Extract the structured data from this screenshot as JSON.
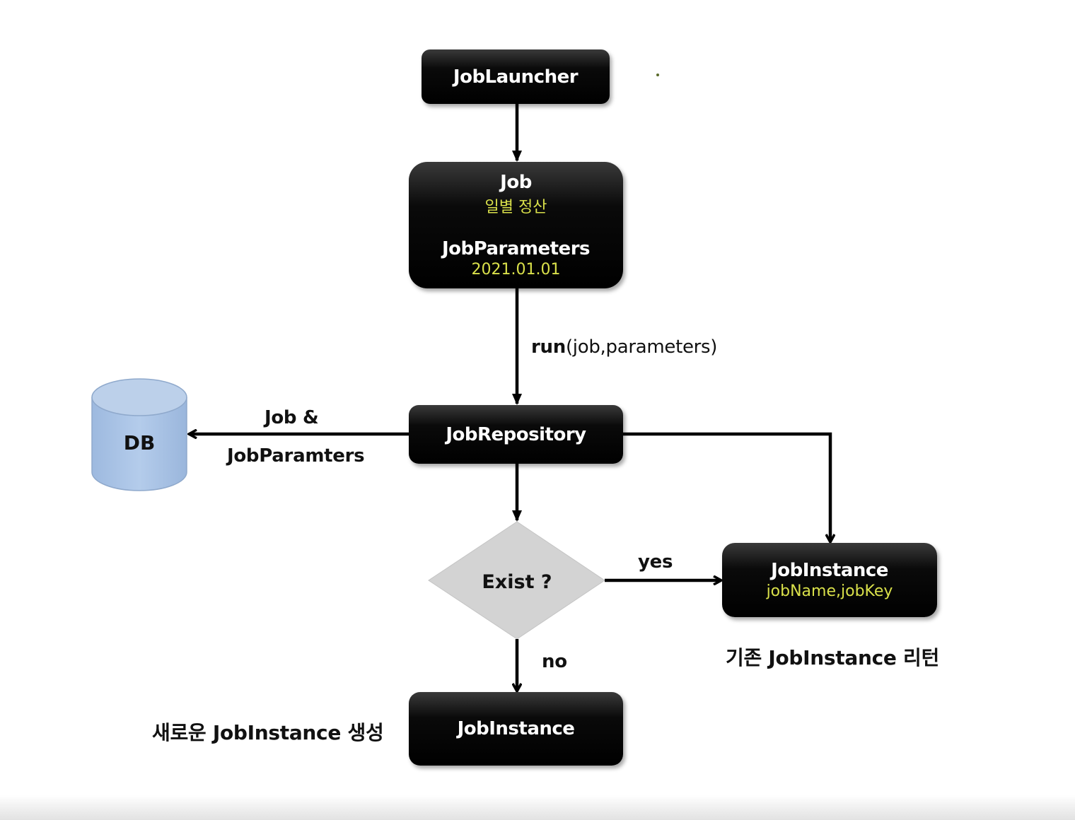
{
  "diagram": {
    "nodes": {
      "job_launcher": {
        "title": "JobLauncher"
      },
      "job": {
        "title": "Job",
        "job_name": "일별 정산",
        "params_title": "JobParameters",
        "params_value": "2021.01.01"
      },
      "job_repository": {
        "title": "JobRepository"
      },
      "db": {
        "label": "DB"
      },
      "decision": {
        "label": "Exist ?"
      },
      "job_instance_existing": {
        "title": "JobInstance",
        "sub": "jobName,jobKey"
      },
      "job_instance_new": {
        "title": "JobInstance"
      }
    },
    "edges": {
      "run_label_method": "run",
      "run_label_args": "(job,parameters)",
      "db_label_line1": "Job &",
      "db_label_line2": "JobParamters",
      "yes_label": "yes",
      "no_label": "no"
    },
    "annotations": {
      "existing_return": "기존 JobInstance 리턴",
      "new_create": "새로운 JobInstance 생성"
    },
    "colors": {
      "node_fill": "#000000",
      "node_text": "#ffffff",
      "highlight_text": "#d9e04a",
      "decision_fill": "#d3d3d3",
      "db_fill": "#a9c4e6",
      "connector": "#000000"
    }
  }
}
